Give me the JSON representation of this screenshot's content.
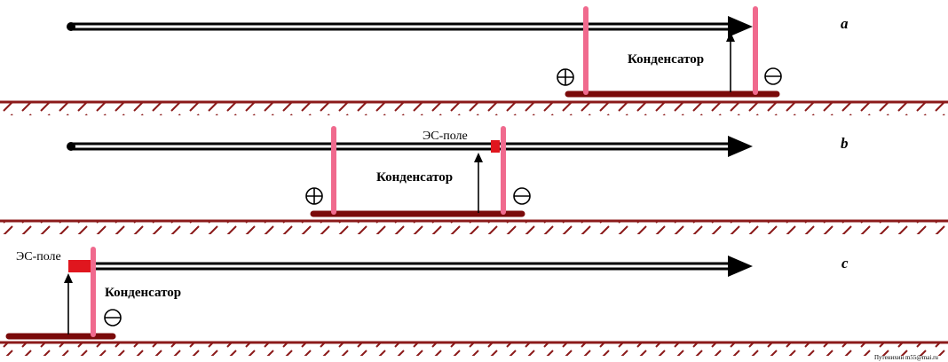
{
  "panels": [
    {
      "letter": "a",
      "capacitor_label": "Конденсатор",
      "field_label": "",
      "plus": true,
      "minus": true
    },
    {
      "letter": "b",
      "capacitor_label": "Конденсатор",
      "field_label": "ЭС-поле",
      "plus": true,
      "minus": true
    },
    {
      "letter": "c",
      "capacitor_label": "Конденсатор",
      "field_label": "ЭС-поле",
      "plus": false,
      "minus": true
    }
  ],
  "credit": "Путенихин m55@mai.ru",
  "colors": {
    "ground": "#8b1a1a",
    "plate_base": "#7a0a0a",
    "electrode": "#f06a8e",
    "field_marker": "#e0161e",
    "arrow": "#000000"
  }
}
